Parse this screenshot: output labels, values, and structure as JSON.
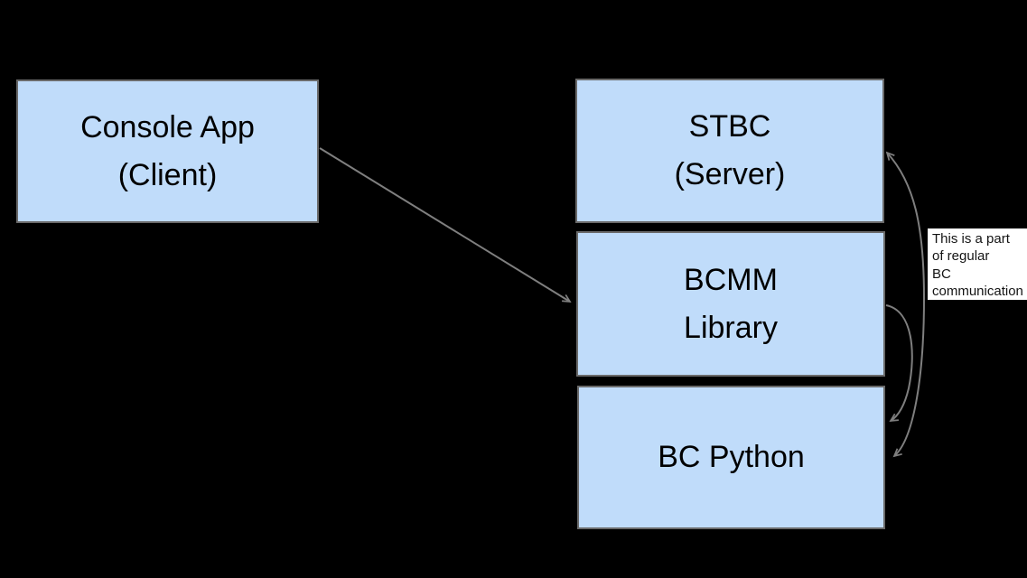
{
  "colors": {
    "background": "#000000",
    "node_fill": "#c0dcfa",
    "node_border": "#6a6a6a",
    "connector": "#7f7f7f",
    "annotation_bg": "#ffffff",
    "annotation_text": "#141414"
  },
  "diagram": {
    "nodes": [
      {
        "id": "console-app",
        "lines": [
          "Console App",
          "(Client)"
        ]
      },
      {
        "id": "stbc-server",
        "lines": [
          "STBC",
          "(Server)"
        ]
      },
      {
        "id": "bcmm-library",
        "lines": [
          "BCMM",
          "Library"
        ]
      },
      {
        "id": "bc-python",
        "lines": [
          "BC Python"
        ]
      }
    ],
    "connectors": [
      {
        "from": "console-app",
        "to": "bcmm-library",
        "style": "straight-arrow"
      },
      {
        "from": "bcmm-library",
        "to": "bc-python",
        "style": "curved-arrow"
      },
      {
        "from": "stbc-server",
        "to": "bc-python",
        "style": "curved-double-arrow"
      }
    ],
    "annotation": {
      "lines": [
        "This is a part",
        "of regular",
        "BC",
        "communication"
      ]
    }
  }
}
